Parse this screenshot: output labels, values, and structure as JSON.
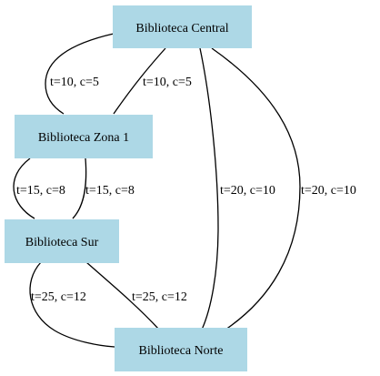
{
  "graph": {
    "node_fill": "#add8e6",
    "edge_color": "#000000",
    "nodes": [
      {
        "id": "central",
        "label": "Biblioteca Central"
      },
      {
        "id": "zona1",
        "label": "Biblioteca Zona 1"
      },
      {
        "id": "sur",
        "label": "Biblioteca Sur"
      },
      {
        "id": "norte",
        "label": "Biblioteca Norte"
      }
    ],
    "edges": [
      {
        "from": "central",
        "to": "zona1",
        "label": "t=10, c=5"
      },
      {
        "from": "central",
        "to": "zona1",
        "label": "t=10, c=5"
      },
      {
        "from": "central",
        "to": "norte",
        "label": "t=20, c=10"
      },
      {
        "from": "central",
        "to": "norte",
        "label": "t=20, c=10"
      },
      {
        "from": "zona1",
        "to": "sur",
        "label": "t=15, c=8"
      },
      {
        "from": "zona1",
        "to": "sur",
        "label": "t=15, c=8"
      },
      {
        "from": "sur",
        "to": "norte",
        "label": "t=25, c=12"
      },
      {
        "from": "sur",
        "to": "norte",
        "label": "t=25, c=12"
      }
    ]
  }
}
